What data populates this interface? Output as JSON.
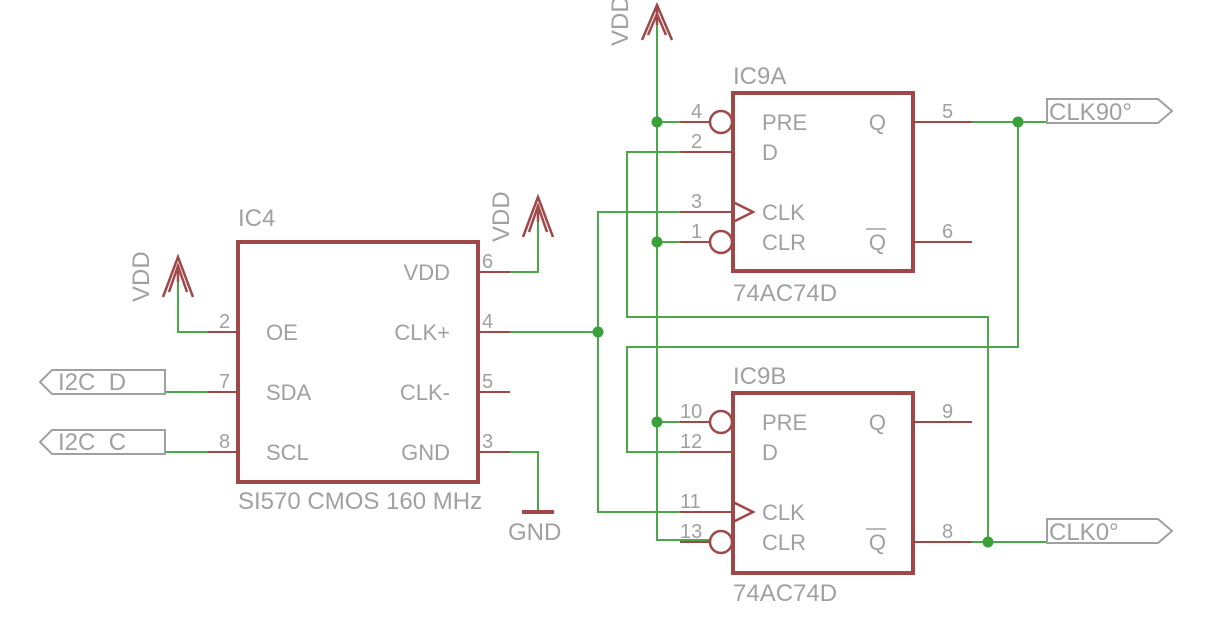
{
  "ic4": {
    "ref": "IC4",
    "value": "SI570 CMOS 160 MHz",
    "pins": [
      {
        "num": "2",
        "name": "OE"
      },
      {
        "num": "7",
        "name": "SDA"
      },
      {
        "num": "8",
        "name": "SCL"
      },
      {
        "num": "6",
        "name": "VDD"
      },
      {
        "num": "4",
        "name": "CLK+"
      },
      {
        "num": "5",
        "name": "CLK-"
      },
      {
        "num": "3",
        "name": "GND"
      }
    ]
  },
  "ic9a": {
    "ref": "IC9A",
    "value": "74AC74D",
    "pins": [
      {
        "num": "4",
        "name": "PRE"
      },
      {
        "num": "2",
        "name": "D"
      },
      {
        "num": "3",
        "name": "CLK"
      },
      {
        "num": "1",
        "name": "CLR"
      },
      {
        "num": "5",
        "name": "Q"
      },
      {
        "num": "6",
        "name": "Q"
      }
    ]
  },
  "ic9b": {
    "ref": "IC9B",
    "value": "74AC74D",
    "pins": [
      {
        "num": "10",
        "name": "PRE"
      },
      {
        "num": "12",
        "name": "D"
      },
      {
        "num": "11",
        "name": "CLK"
      },
      {
        "num": "13",
        "name": "CLR"
      },
      {
        "num": "9",
        "name": "Q"
      },
      {
        "num": "8",
        "name": "Q"
      }
    ]
  },
  "nets": {
    "vdd": "VDD",
    "gnd": "GND",
    "i2c_d": "I2C_D",
    "i2c_c": "I2C_C",
    "clk90": "CLK90°",
    "clk0": "CLK0°"
  }
}
